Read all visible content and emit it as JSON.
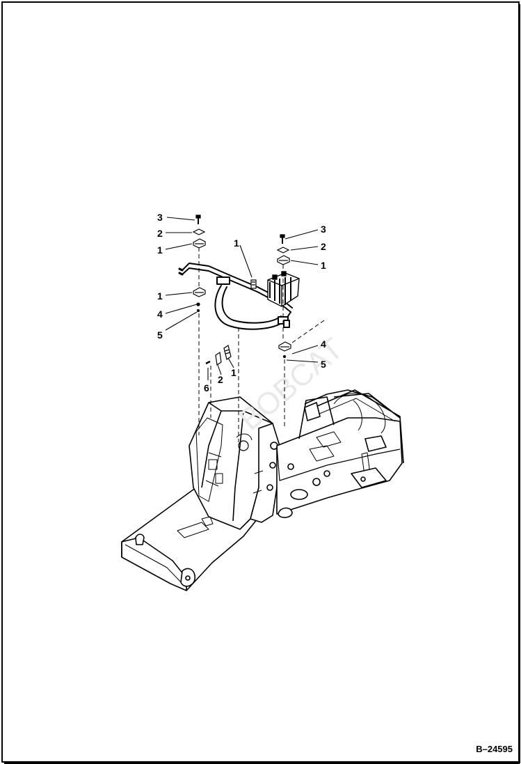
{
  "figure_number": "B–24595",
  "callouts": {
    "left_top_3": "3",
    "left_top_2": "2",
    "left_top_1": "1",
    "center_1": "1",
    "right_top_3": "3",
    "right_top_2": "2",
    "right_top_1": "1",
    "left_mid_1": "1",
    "left_mid_4": "4",
    "left_mid_5": "5",
    "right_mid_4": "4",
    "right_mid_5": "5",
    "lower_6": "6",
    "lower_2": "2",
    "lower_1": "1"
  }
}
